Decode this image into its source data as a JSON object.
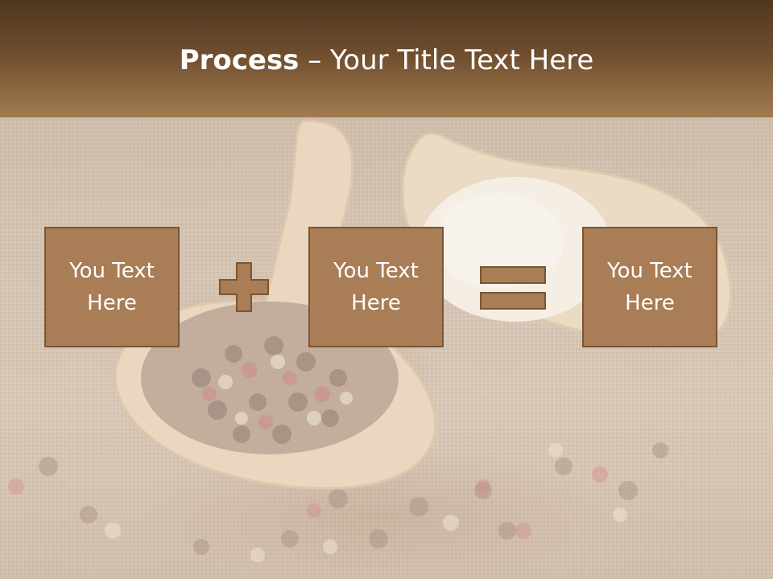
{
  "title": {
    "bold": "Process",
    "rest": " – Your Title Text Here"
  },
  "boxes": [
    {
      "line1": "You Text",
      "line2": "Here"
    },
    {
      "line1": "You Text",
      "line2": "Here"
    },
    {
      "line1": "You Text",
      "line2": "Here"
    }
  ],
  "operators": [
    "plus-icon",
    "equals-icon"
  ],
  "colors": {
    "banner_top": "#4f3620",
    "banner_bottom": "#a37b50",
    "box_fill": "#a97d55",
    "box_border": "#7a5535",
    "text": "#ffffff"
  }
}
